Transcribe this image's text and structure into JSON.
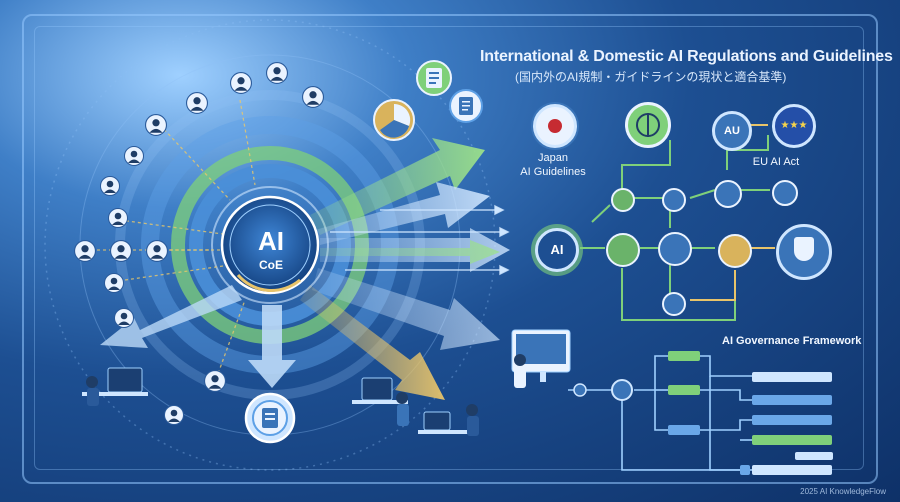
{
  "header": {
    "title": "International & Domestic AI Regulations and Guidelines",
    "subtitle": "(国内外のAI規制・ガイドラインの現状と適合基準)"
  },
  "hub": {
    "main": "AI",
    "sub": "CoE"
  },
  "regulation_nodes": {
    "japan": "Japan\nAI Guidelines",
    "au": "AU",
    "eu": "EU AI Act"
  },
  "flow_center_label": "AI",
  "framework": {
    "label": "AI Governance Framework"
  },
  "footer": {
    "credit": "2025 AI KnowledgeFlow"
  },
  "colors": {
    "background": "#123a74",
    "accent_green": "#7fd07a",
    "accent_blue": "#7fb8f0",
    "accent_gold": "#d9b35c",
    "node_fill": "#3a74b8"
  },
  "icons": {
    "people": "person-avatar-icon",
    "documents": "document-icon",
    "globe": "globe-icon",
    "shield": "shield-check-icon",
    "japan": "japan-pin-icon",
    "eu": "eu-stars-icon"
  }
}
